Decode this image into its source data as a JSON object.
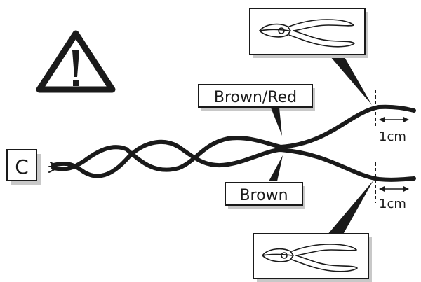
{
  "diagram": {
    "connector_label": "C",
    "wire_labels": {
      "upper": "Brown/Red",
      "lower": "Brown"
    },
    "cut_length": {
      "upper": "1cm",
      "lower": "1cm"
    },
    "icons": {
      "warning": "warning-triangle-icon",
      "tool": "wire-cutter-icon"
    },
    "colors": {
      "line": "#1a1a1a",
      "shadow": "#c8c8c8",
      "background": "#ffffff"
    }
  }
}
